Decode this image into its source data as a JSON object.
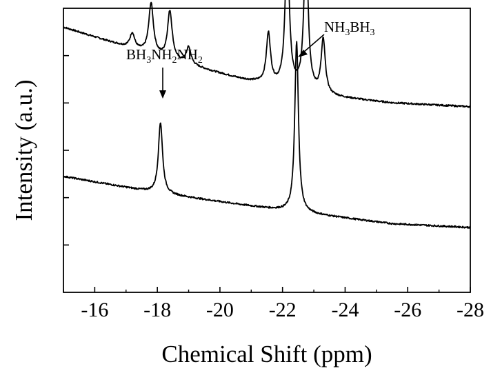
{
  "chart_data": {
    "type": "line",
    "xlabel": "Chemical Shift (ppm)",
    "ylabel": "Intensity (a.u.)",
    "xlim": [
      -15,
      -28
    ],
    "x_reversed": true,
    "x_ticks": [
      -16,
      -18,
      -20,
      -22,
      -24,
      -26,
      -28
    ],
    "x_tick_labels": [
      "-16",
      "-18",
      "-20",
      "-22",
      "-24",
      "-26",
      "-28"
    ],
    "y_ticks_labeled": false,
    "ylim": [
      0,
      6
    ],
    "grid": false,
    "legend": "none",
    "series": [
      {
        "baseline": [
          [
            -15,
            2.6
          ],
          [
            -18,
            1.98
          ],
          [
            -20.7,
            1.5
          ],
          [
            -23.3,
            1.15
          ],
          [
            -25.5,
            1.0
          ],
          [
            -28,
            0.92
          ]
        ],
        "peaks": [
          {
            "x": -17.2,
            "height": 0.32,
            "width": 0.09
          },
          {
            "x": -17.8,
            "height": 1.07,
            "width": 0.09
          },
          {
            "x": -18.4,
            "height": 1.02,
            "width": 0.09
          },
          {
            "x": -19.0,
            "height": 0.36,
            "width": 0.09
          },
          {
            "x": -21.55,
            "height": 1.06,
            "width": 0.08
          },
          {
            "x": -22.15,
            "height": 3.0,
            "width": 0.08
          },
          {
            "x": -22.75,
            "height": 3.15,
            "width": 0.08
          },
          {
            "x": -23.3,
            "height": 1.15,
            "width": 0.08
          }
        ]
      },
      {
        "baseline": [
          [
            -15,
            -0.55
          ],
          [
            -18,
            -0.9
          ],
          [
            -20.7,
            -1.15
          ],
          [
            -22.4,
            -1.3
          ],
          [
            -25.5,
            -1.55
          ],
          [
            -28,
            -1.63
          ]
        ],
        "peaks": [
          {
            "x": -18.1,
            "height": 1.5,
            "width": 0.08
          },
          {
            "x": -22.45,
            "height": 3.6,
            "width": 0.07
          }
        ]
      }
    ],
    "annotations": [
      {
        "label": "BH",
        "sub1": "3",
        "mid": "NH",
        "sub2": "2",
        "tail": "NH",
        "sub3": "2",
        "points_to_x": -18.1
      },
      {
        "label": "NH",
        "sub1": "3",
        "mid": "BH",
        "sub2": "3",
        "points_to_x": -22.3
      }
    ]
  }
}
